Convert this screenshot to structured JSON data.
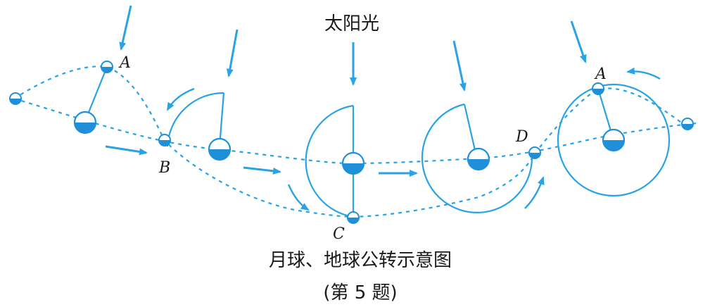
{
  "title": "太阳光",
  "caption": "月球、地球公转示意图",
  "problem_label": "(第 5 题)",
  "points": {
    "A1": "A",
    "B": "B",
    "C": "C",
    "D": "D",
    "A2": "A"
  },
  "colors": {
    "line": "#29a3e3",
    "fill": "#1f8fd8",
    "text": "#1a1a1a"
  }
}
